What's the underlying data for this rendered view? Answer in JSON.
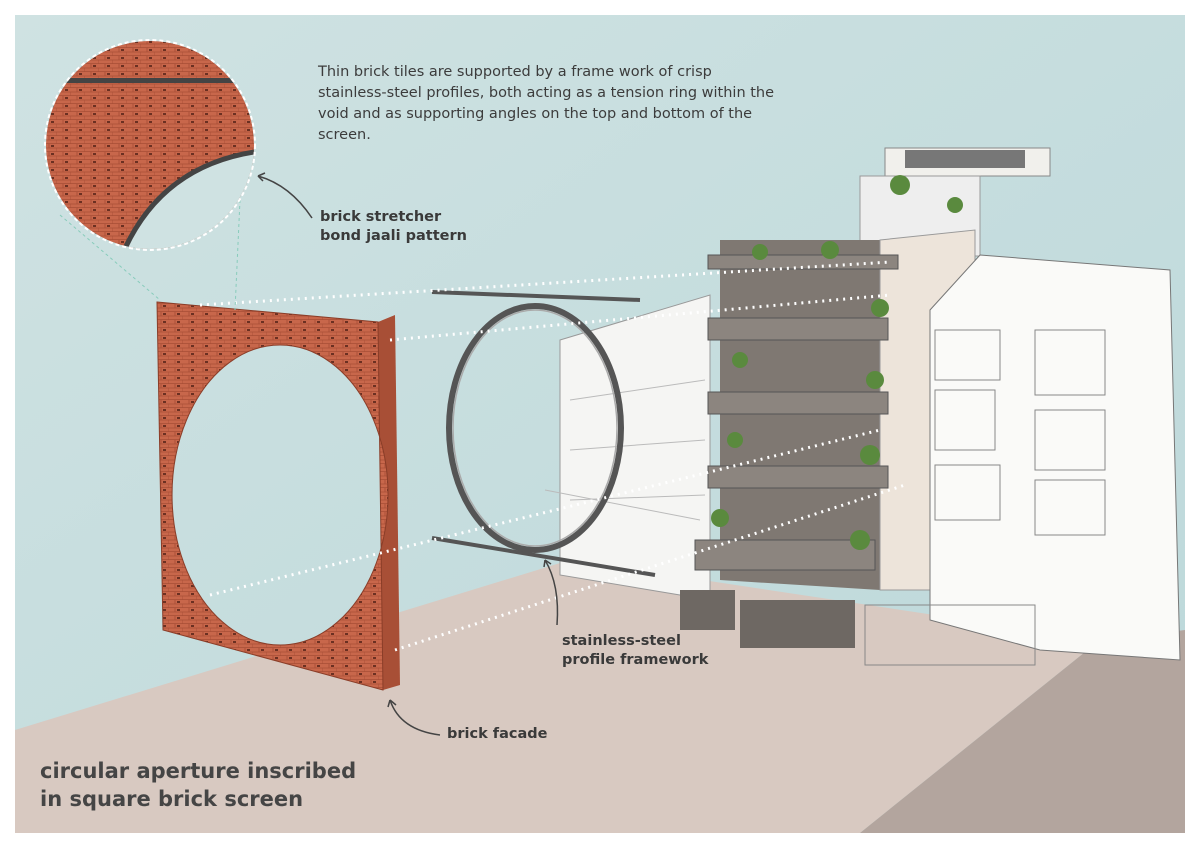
{
  "description": "Thin brick tiles are supported by a frame work of crisp stainless-steel profiles, both acting as a tension ring within the void and as supporting angles on the top and bottom of the screen.",
  "labels": {
    "brick_pattern": [
      "brick stretcher",
      "bond jaali pattern"
    ],
    "steel_framework": [
      "stainless-steel",
      "profile framework"
    ],
    "brick_facade": "brick facade"
  },
  "title": [
    "circular aperture inscribed",
    "in square brick screen"
  ],
  "colors": {
    "wall": "#cfe2e2",
    "floor": "#d8c9c1",
    "brick": "#c8674b",
    "steel": "#555555",
    "building_dark": "#7f7872"
  }
}
